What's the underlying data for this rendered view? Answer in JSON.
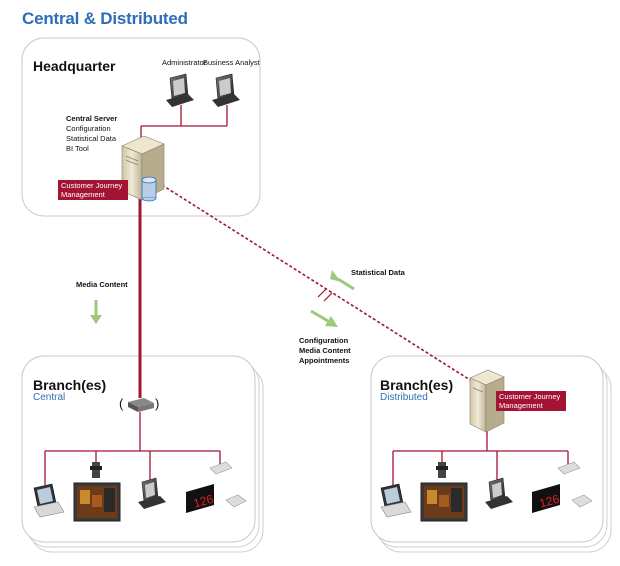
{
  "title": "Central & Distributed",
  "headquarter": {
    "label": "Headquarter",
    "administrator": "Administrator",
    "business_analyst": "Business Analyst",
    "server_title": "Central Server",
    "server_lines": [
      "Configuration",
      "Statistical Data",
      "BI Tool"
    ],
    "cjm_line1": "Customer Journey",
    "cjm_line2": "Management"
  },
  "flows": {
    "media_content": "Media Content",
    "statistical_data": "Statistical Data",
    "config_lines": [
      "Configuration",
      "Media Content",
      "Appointments"
    ]
  },
  "branch_central": {
    "label": "Branch(es)",
    "sub": "Central",
    "display_number": "126"
  },
  "branch_distributed": {
    "label": "Branch(es)",
    "sub": "Distributed",
    "cjm_line1": "Customer Journey",
    "cjm_line2": "Management",
    "display_number": "126"
  },
  "colors": {
    "title": "#2f6db5",
    "link_line": "#a31434",
    "arrow": "#9cc97a",
    "box_border": "#c8c8c8"
  }
}
